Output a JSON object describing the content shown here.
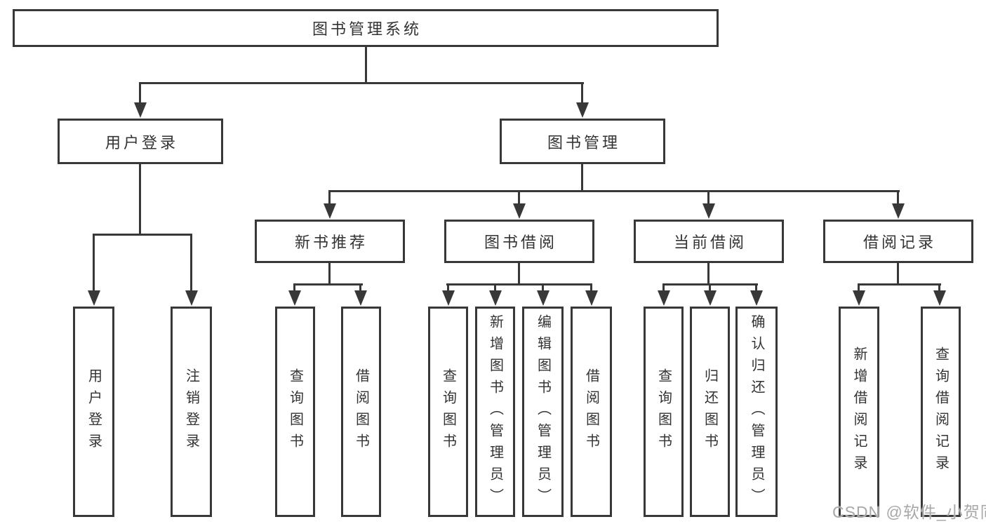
{
  "diagram": {
    "root": {
      "label": "图书管理系统"
    },
    "level2": [
      {
        "label": "用户登录"
      },
      {
        "label": "图书管理"
      }
    ],
    "level3": [
      {
        "label": "新书推荐"
      },
      {
        "label": "图书借阅"
      },
      {
        "label": "当前借阅"
      },
      {
        "label": "借阅记录"
      }
    ],
    "leaves": {
      "user_login": [
        {
          "label": "用户登录"
        },
        {
          "label": "注销登录"
        }
      ],
      "new_books": [
        {
          "label": "查询图书"
        },
        {
          "label": "借阅图书"
        }
      ],
      "book_borrowing": [
        {
          "label": "查询图书"
        },
        {
          "label": "新增图书（管理员）"
        },
        {
          "label": "编辑图书（管理员）"
        },
        {
          "label": "借阅图书"
        }
      ],
      "current_borrowing": [
        {
          "label": "查询图书"
        },
        {
          "label": "归还图书"
        },
        {
          "label": "确认归还（管理员）"
        }
      ],
      "borrowing_records": [
        {
          "label": "新增借阅记录"
        },
        {
          "label": "查询借阅记录"
        }
      ]
    },
    "watermark": "CSDN @软件_小贺同学",
    "colors": {
      "line": "#383838",
      "text": "#333333",
      "background": "#ffffff",
      "watermark": "#a8a8a8"
    }
  }
}
